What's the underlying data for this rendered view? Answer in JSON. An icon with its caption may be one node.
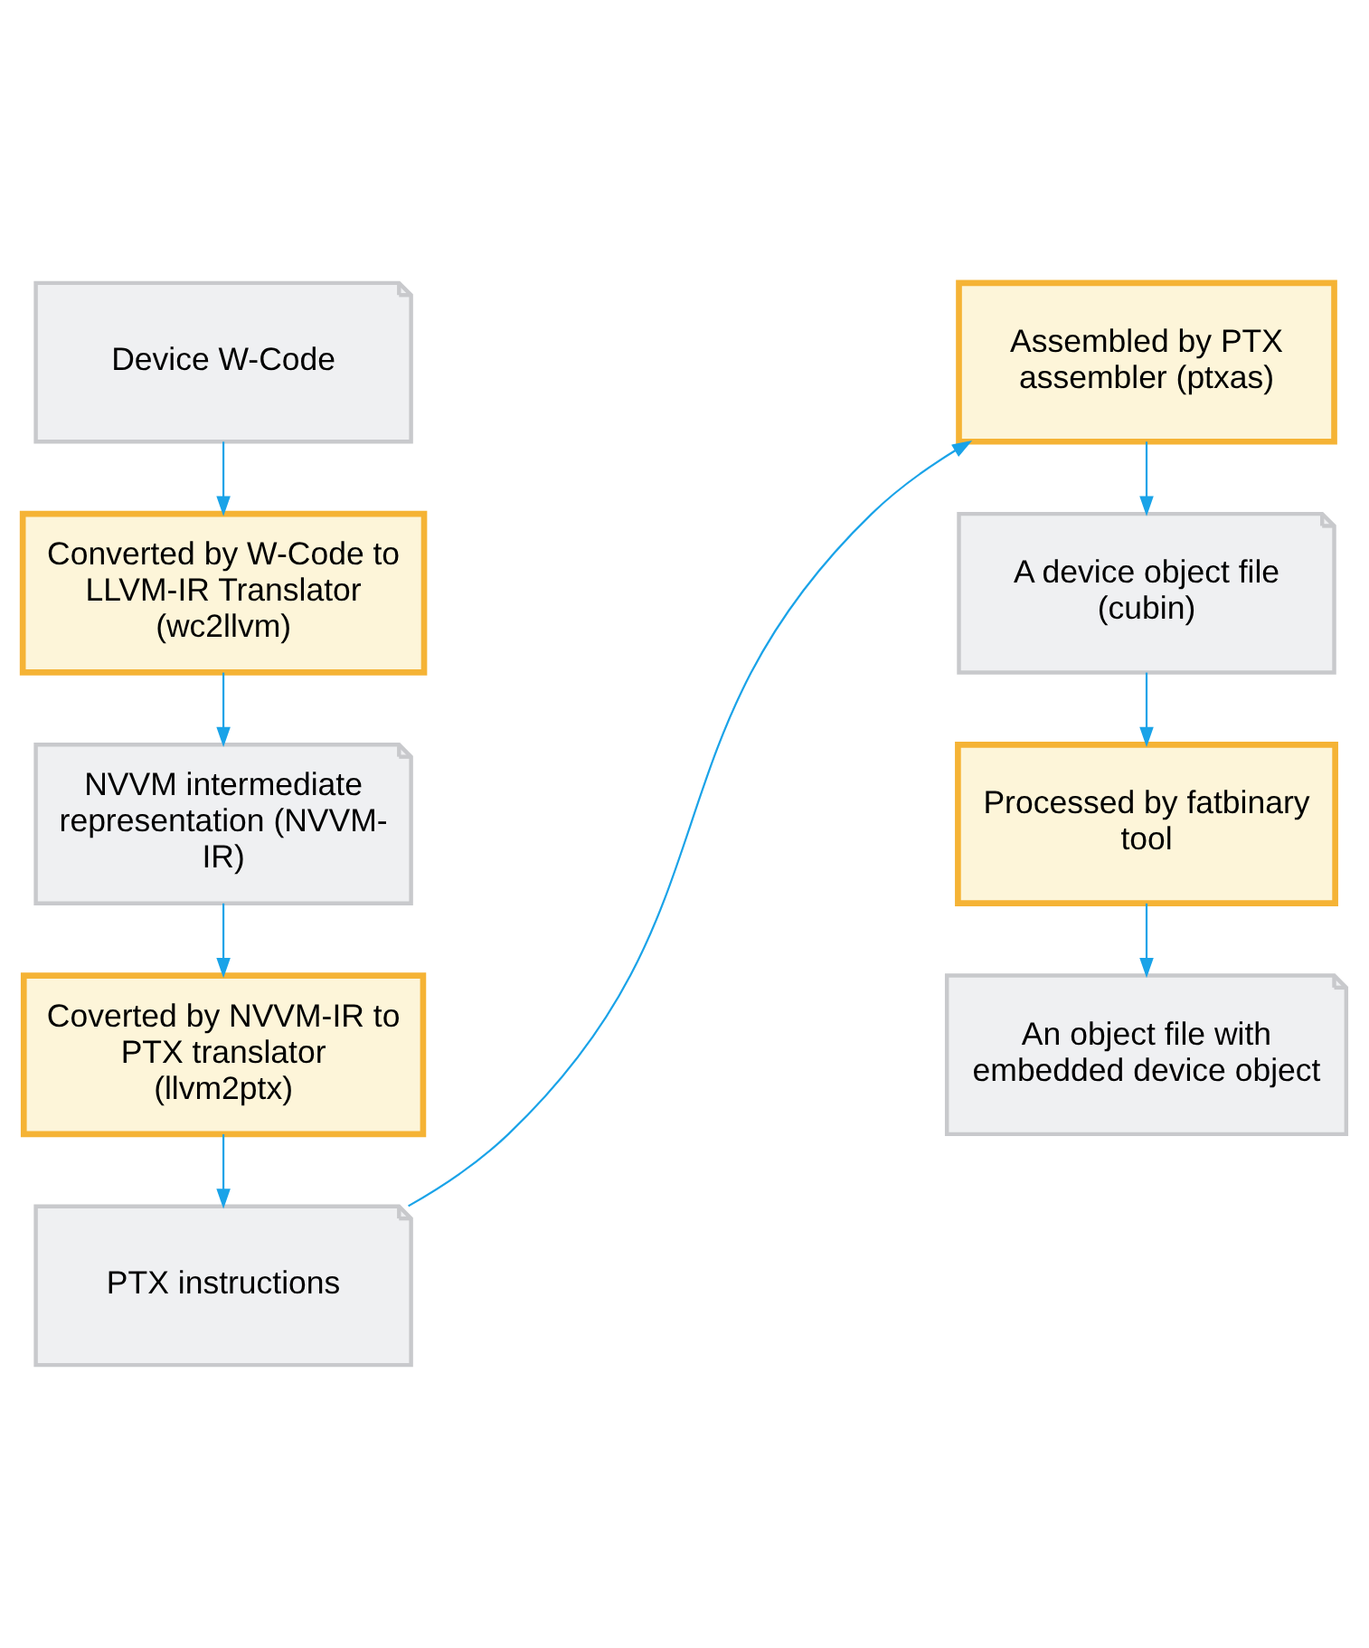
{
  "diagram": {
    "nodes": [
      {
        "text": [
          "Device W-Code"
        ]
      },
      {
        "text": [
          "Converted by W-Code to LLVM-IR Translator (wc2llvm)"
        ]
      },
      {
        "text": [
          "NVVM intermediate representation (NVVM-IR)"
        ]
      },
      {
        "text": [
          "Coverted by NVVM-IR to PTX translator (llvm2ptx)"
        ]
      },
      {
        "text": [
          "PTX instructions"
        ]
      },
      {
        "text": [
          "Assembled by PTX assembler (ptxas)"
        ]
      },
      {
        "text": [
          "A device object file (cubin)"
        ]
      },
      {
        "text": [
          "Processed by fatbinary tool"
        ]
      },
      {
        "text": [
          "An object file with embedded device object"
        ]
      }
    ],
    "edges": [
      {
        "from": 0,
        "to": 1,
        "arrow": "to"
      },
      {
        "from": 1,
        "to": 2,
        "arrow": "to"
      },
      {
        "from": 2,
        "to": 3,
        "arrow": "to"
      },
      {
        "from": 3,
        "to": 4,
        "arrow": "to"
      },
      {
        "from": 4,
        "to": 5,
        "arrow": "to"
      },
      {
        "from": 5,
        "to": 6,
        "arrow": "to"
      },
      {
        "from": 6,
        "to": 7,
        "arrow": "to"
      },
      {
        "from": 7,
        "to": 8,
        "arrow": "to"
      }
    ]
  }
}
